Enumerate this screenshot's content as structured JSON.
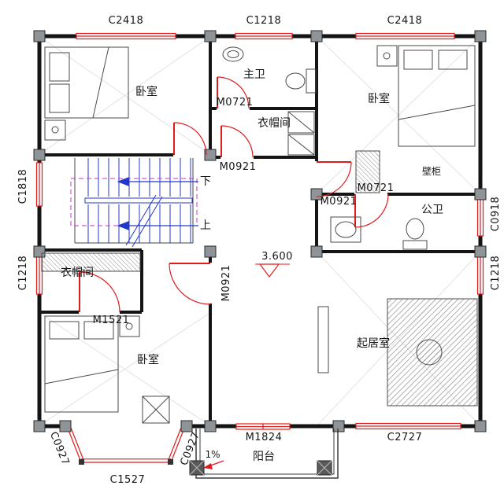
{
  "plan": {
    "elevation": "3.600",
    "slope": "1%",
    "rooms": {
      "bedroom_tl": "卧室",
      "bedroom_tr": "卧室",
      "bedroom_bl": "卧室",
      "master_bath": "主卫",
      "public_bath": "公卫",
      "closet_top": "衣帽间",
      "closet_left": "衣帽间",
      "living": "起居室",
      "balcony": "阳台",
      "cabinet": "壁柜",
      "stair_down": "下",
      "stair_up": "上"
    },
    "windows": {
      "top_left": "C2418",
      "top_center": "C1218",
      "top_right": "C2418",
      "left_upper": "C1818",
      "left_lower": "C1218",
      "right_upper": "C0918",
      "right_lower": "C1218",
      "bay_left": "C0927",
      "bay_center": "C1527",
      "bay_right": "C0927",
      "bottom_right": "C2727"
    },
    "doors": {
      "master_bath": "M0721",
      "hall_top": "M0921",
      "bedroom_tl": "M0921",
      "bedroom_tr": "M0921",
      "public_bath": "M0721",
      "closet_left": "M1521",
      "hall_bottom": "M0921",
      "balcony": "M1824"
    }
  }
}
